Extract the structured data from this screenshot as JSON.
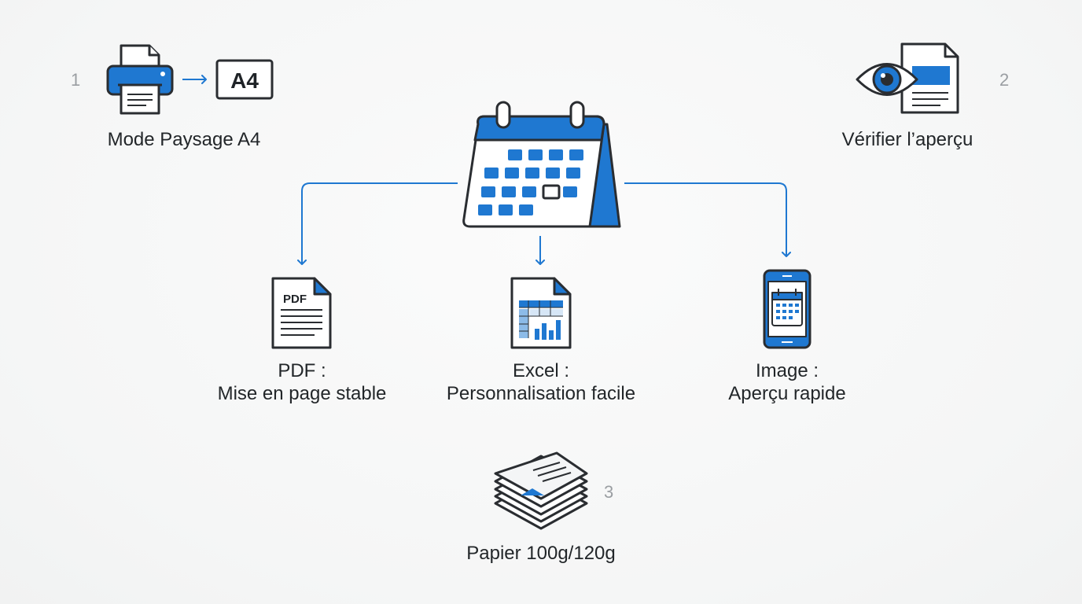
{
  "steps": {
    "orientation": {
      "number": "1",
      "label": "Mode Paysage A4",
      "paper_badge": "A4"
    },
    "preview": {
      "number": "2",
      "label": "Vérifier l’aperçu"
    },
    "paper": {
      "number": "3",
      "label": "Papier 100g/120g"
    }
  },
  "formats": {
    "pdf": {
      "file_badge": "PDF",
      "title": "PDF :",
      "description": "Mise en page stable"
    },
    "excel": {
      "title": "Excel :",
      "description": "Personnalisation facile"
    },
    "image": {
      "title": "Image :",
      "description": "Aperçu rapide"
    }
  },
  "colors": {
    "accent": "#1f78d1",
    "outline": "#2a2d31",
    "step_number": "#9a9ea2"
  },
  "icons": {
    "printer": "printer-icon",
    "eye": "eye-icon",
    "calendar": "calendar-icon",
    "pdf": "pdf-file-icon",
    "excel": "spreadsheet-file-icon",
    "image": "phone-calendar-icon",
    "paper": "paper-stack-icon"
  }
}
